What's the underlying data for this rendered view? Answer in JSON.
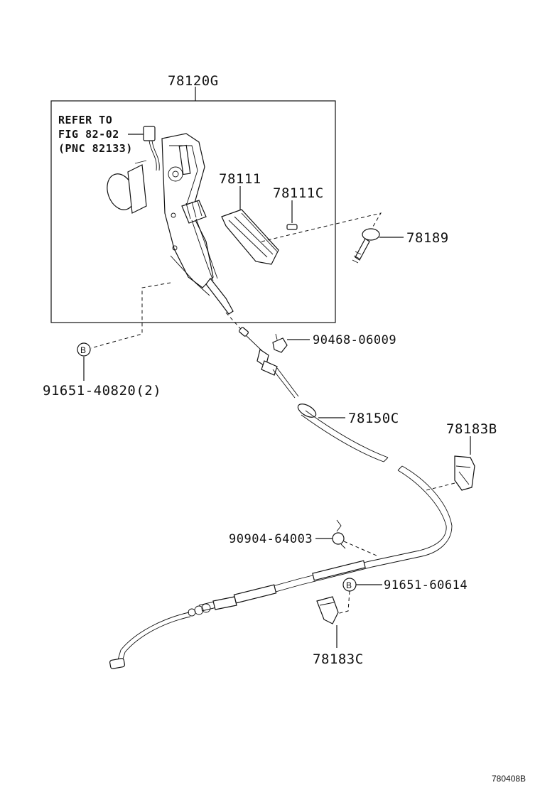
{
  "diagram": {
    "assembly_label": "78120G",
    "refer_note": {
      "line1": "REFER TO",
      "line2": "FIG 82-02",
      "line3": "(PNC 82133)"
    },
    "parts": [
      {
        "id": "p1",
        "label": "78111"
      },
      {
        "id": "p2",
        "label": "78111C"
      },
      {
        "id": "p3",
        "label": "78189"
      },
      {
        "id": "p4",
        "label": "90468-06009"
      },
      {
        "id": "p5",
        "label": "91651-40820(2)"
      },
      {
        "id": "p6",
        "label": "78150C"
      },
      {
        "id": "p7",
        "label": "78183B"
      },
      {
        "id": "p8",
        "label": "90904-64003"
      },
      {
        "id": "p9",
        "label": "91651-60614"
      },
      {
        "id": "p10",
        "label": "78183C"
      }
    ],
    "bolt_marker": "B",
    "figure_code": "780408B"
  }
}
